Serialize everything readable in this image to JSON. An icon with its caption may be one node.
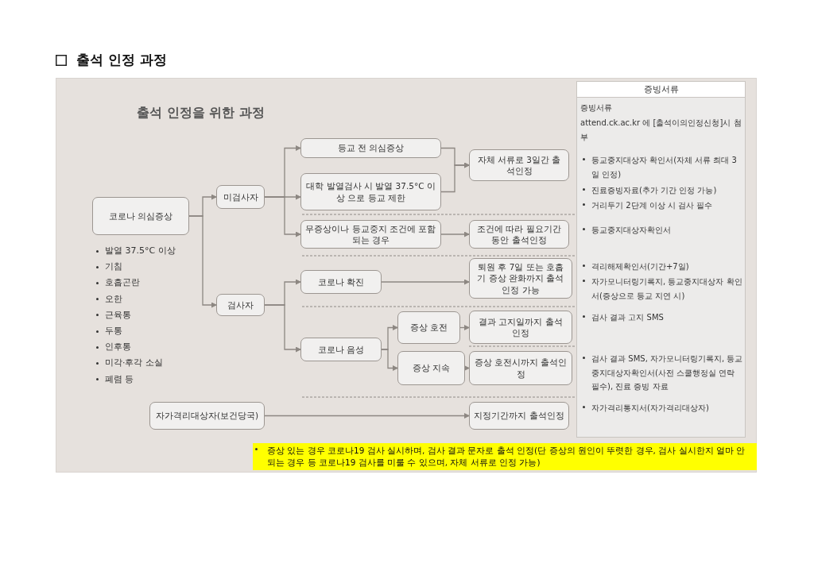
{
  "diagram": {
    "title": "출석 인정 과정",
    "nodes": [
      {
        "text": [
          "코로나 의심증상"
        ]
      },
      {
        "text": [
          "미검사자"
        ]
      },
      {
        "text": [
          "검사자"
        ]
      },
      {
        "text": [
          "등교 전 의심증상"
        ]
      },
      {
        "text": [
          "대학 발열검사 시 발열 37.5°C 이상 으로 등교 제한"
        ]
      },
      {
        "text": [
          "무증상이나 등교중지 조건에 포함되는 경우"
        ]
      },
      {
        "text": [
          "자체 서류로 3일간 출석인정"
        ]
      },
      {
        "text": [
          "조건에 따라 필요기간 동안 출석인정"
        ]
      },
      {
        "text": [
          "코로나 확진"
        ]
      },
      {
        "text": [
          "코로나 음성"
        ]
      },
      {
        "text": [
          "증상 호전"
        ]
      },
      {
        "text": [
          "증상 지속"
        ]
      },
      {
        "text": [
          "퇴원 후 7일 또는 호흡기 증상 완화까지 출석인정 가능"
        ]
      },
      {
        "text": [
          "결과 고지일까지 출석 인정"
        ]
      },
      {
        "text": [
          "증상 호전시까지 출석인정"
        ]
      },
      {
        "text": [
          "자가격리대상자(보건당국)"
        ]
      },
      {
        "text": [
          "지정기간까지 출석인정"
        ]
      },
      {
        "text": [
          "증빙서류",
          "증빙서류",
          "attend.ck.ac.kr 에 [출석이의인정신청]시 첨부",
          "등교중지대상자 확인서(자체 서류 최대 3일 인정)",
          "진료증빙자료(추가 기간 인정 가능)",
          "거리두기 2단계 이상 시 검사 필수",
          "등교중지대상자확인서",
          "격리해제확인서(기간+7일)",
          "자가모니터링기록지, 등교중지대상자 확인서(증상으로 등교 지연 시)",
          "검사 결과 고지 SMS",
          "검사 결과 SMS, 자가모니터링기록지, 등교중지대상자확인서(사전 스쿨행정실 연락 필수), 진료 증빙 자료",
          "자가격리통지서(자가격리대상자)"
        ]
      }
    ],
    "edges": [
      {
        "from": 0,
        "to": 1,
        "arrow": "to"
      },
      {
        "from": 0,
        "to": 2,
        "arrow": "to"
      },
      {
        "from": 1,
        "to": 3,
        "arrow": "to"
      },
      {
        "from": 1,
        "to": 4,
        "arrow": "to"
      },
      {
        "from": 1,
        "to": 5,
        "arrow": "to"
      },
      {
        "from": 3,
        "to": 6,
        "arrow": "to"
      },
      {
        "from": 4,
        "to": 6,
        "arrow": "to"
      },
      {
        "from": 5,
        "to": 7,
        "arrow": "to"
      },
      {
        "from": 2,
        "to": 8,
        "arrow": "to"
      },
      {
        "from": 2,
        "to": 9,
        "arrow": "to"
      },
      {
        "from": 8,
        "to": 12,
        "arrow": "to"
      },
      {
        "from": 9,
        "to": 10,
        "arrow": "to"
      },
      {
        "from": 9,
        "to": 11,
        "arrow": "to"
      },
      {
        "from": 10,
        "to": 13,
        "arrow": "to"
      },
      {
        "from": 11,
        "to": 14,
        "arrow": "to"
      },
      {
        "from": 15,
        "to": 16,
        "arrow": "to"
      }
    ],
    "labels": [
      "출석 인정을 위한 과정",
      "발열 37.5°C 이상",
      "기침",
      "호흡곤란",
      "오한",
      "근육통",
      "두통",
      "인후통",
      "미각·후각 소실",
      "폐렴 등",
      "증상 있는 경우 코로나19 검사 실시하며, 검사 결과 문자로 출석 인정(단 증상의 원인이 뚜렷한 경우, 검사 실시한지 얼마 안 되는 경우 등 코로나19 검사를 미룰 수 있으며, 자체 서류로 인정 가능)"
    ]
  }
}
